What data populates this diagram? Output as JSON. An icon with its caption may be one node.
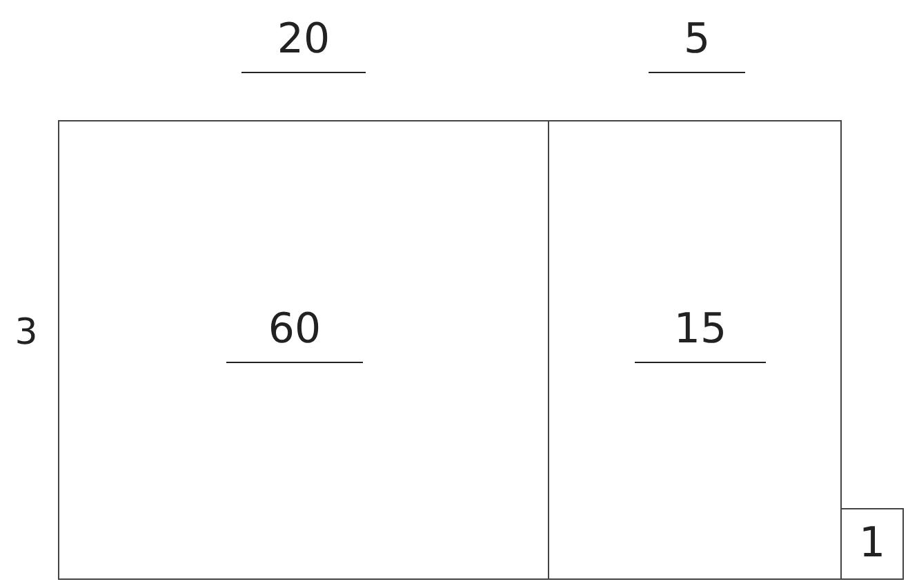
{
  "diagram": {
    "nodes": [
      {
        "text": [
          "60"
        ]
      },
      {
        "text": [
          "15"
        ]
      },
      {
        "text": [
          "1"
        ]
      }
    ],
    "labels": [
      "20",
      "5",
      "3"
    ]
  }
}
